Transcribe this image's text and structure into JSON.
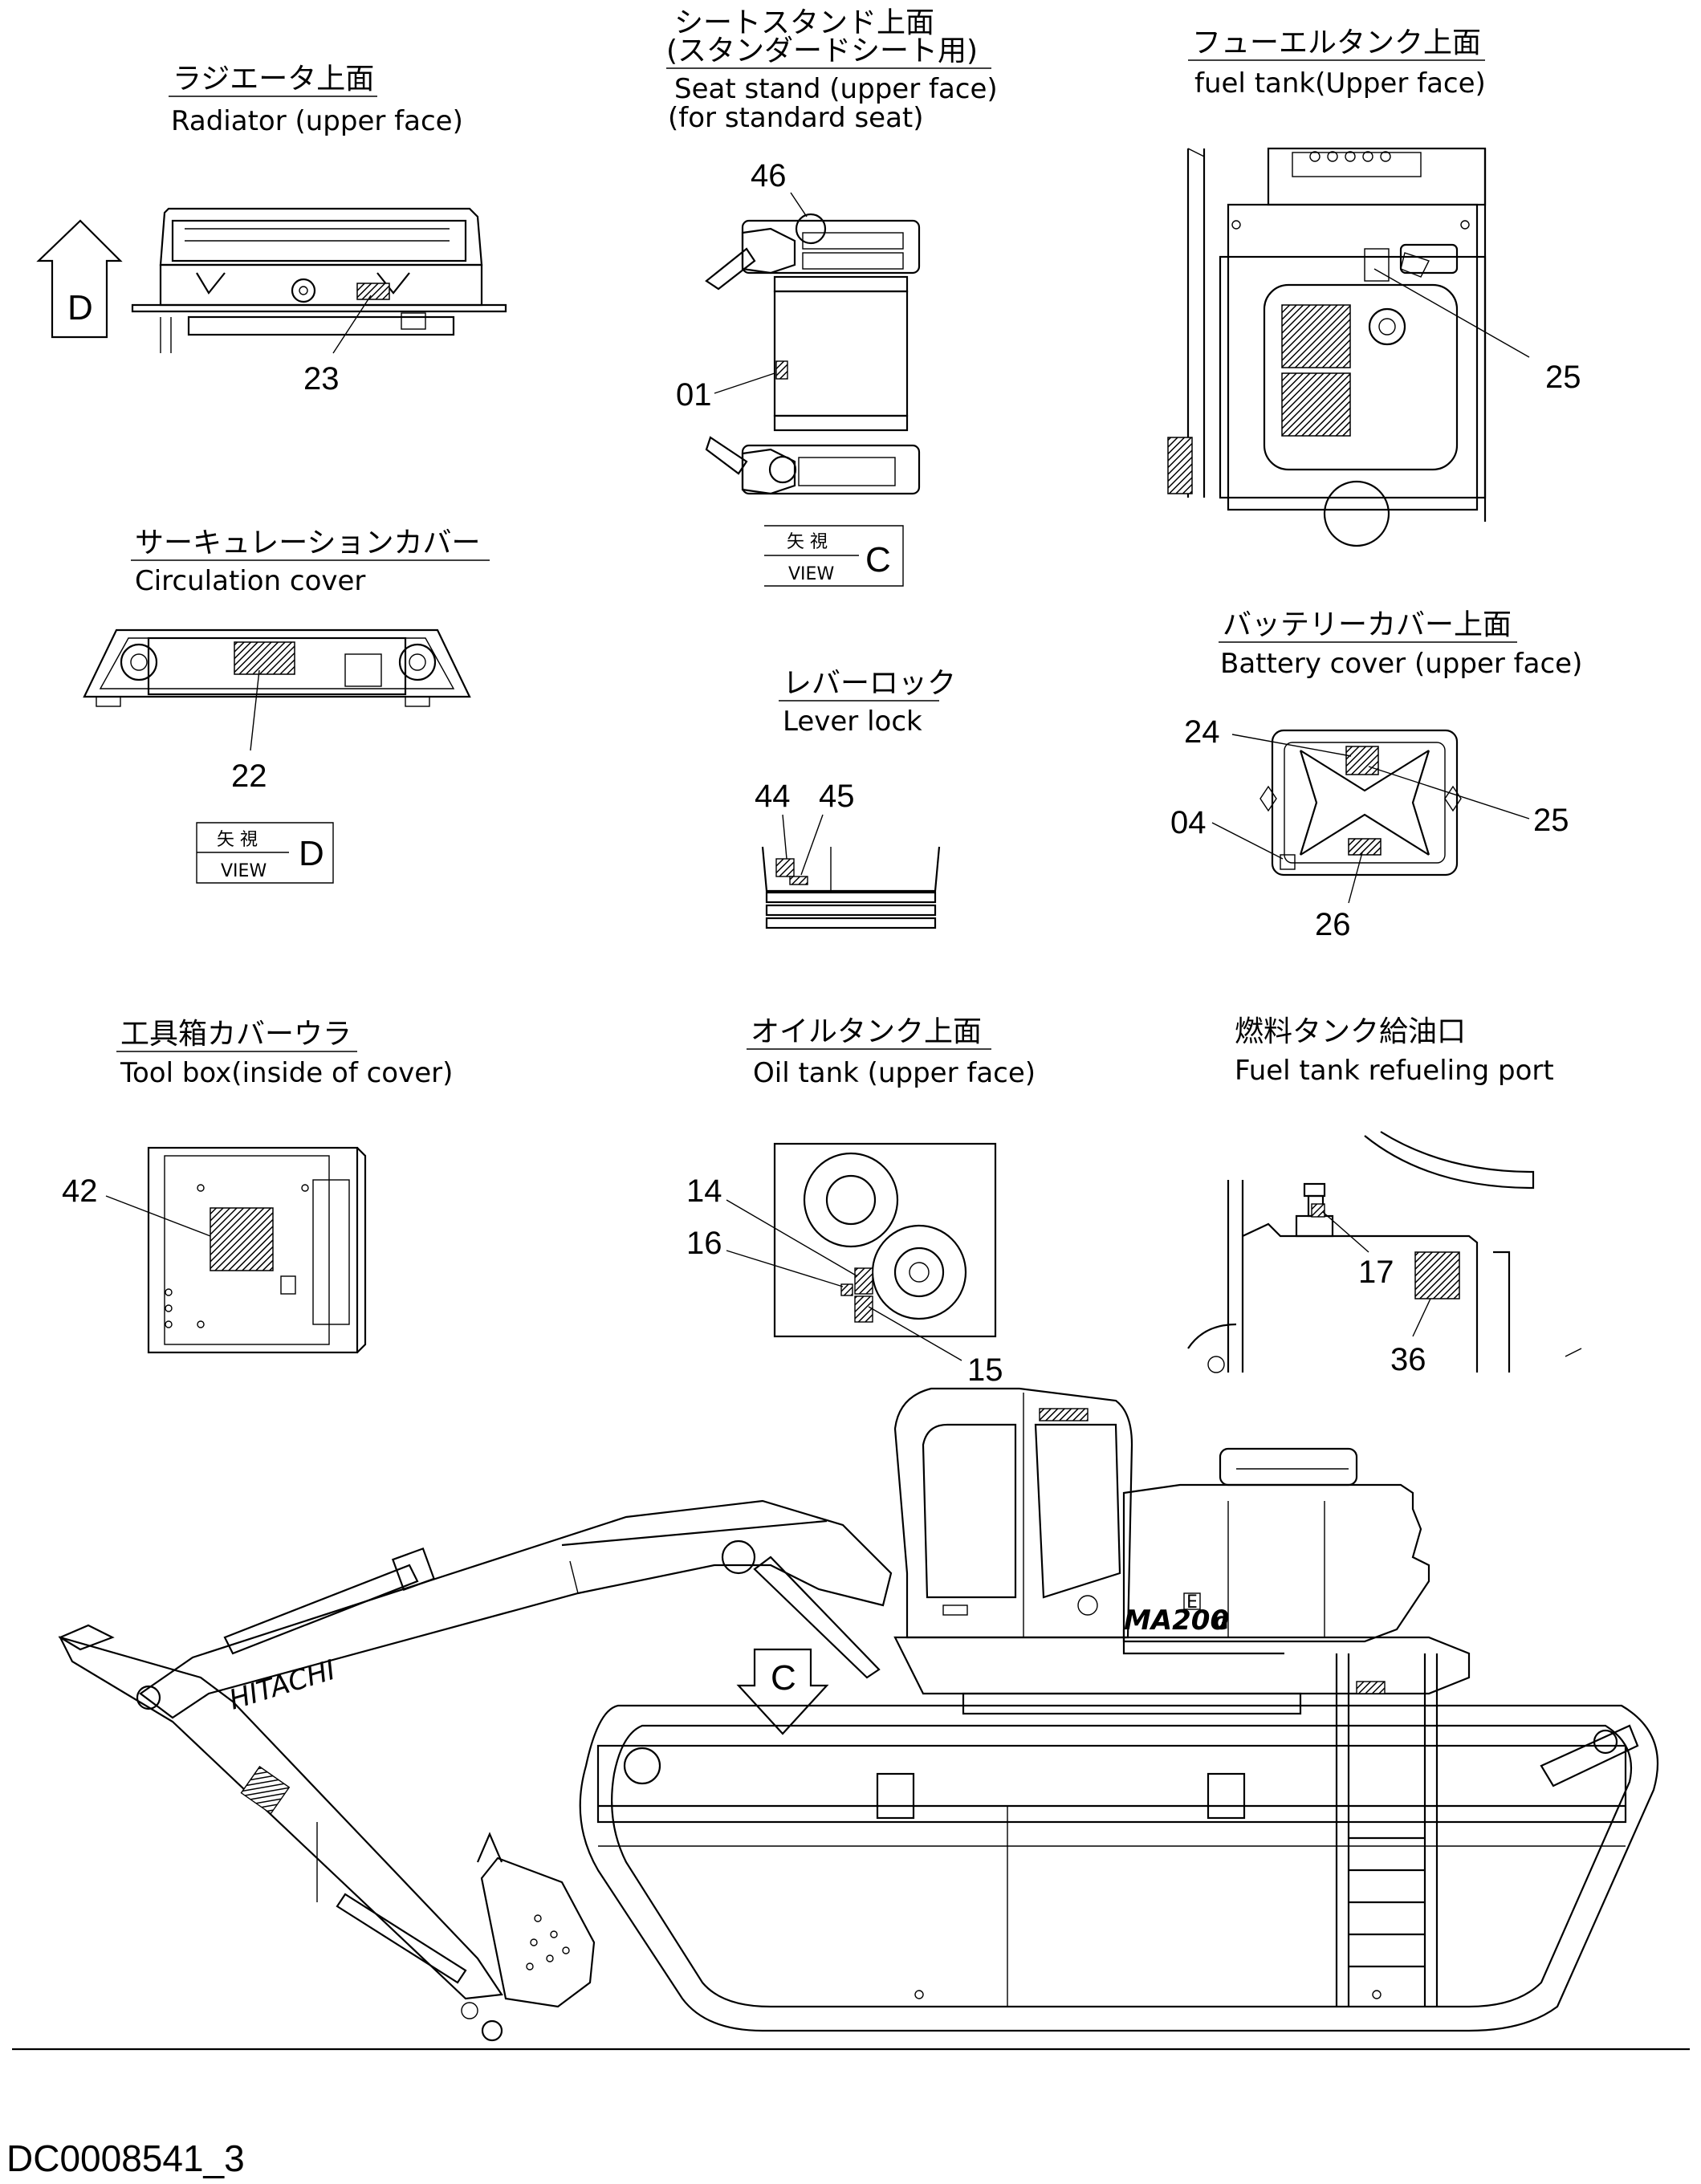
{
  "document_id": "DC0008541_3",
  "views": {
    "radiator": {
      "title_jp": "ラジエータ上面",
      "title_en": "Radiator (upper face)",
      "parts": [
        "23"
      ]
    },
    "seat_stand": {
      "title_jp": "シートスタンド上面",
      "title_jp2": "(スタンダードシート用)",
      "title_en": "Seat stand (upper face)",
      "title_en2": "(for standard seat)",
      "parts": [
        "46",
        "01"
      ]
    },
    "fuel_tank": {
      "title_jp": "フューエルタンク上面",
      "title_en": "fuel tank(Upper face)",
      "parts": [
        "25"
      ]
    },
    "circulation": {
      "title_jp": "サーキュレーションカバー",
      "title_en": "Circulation cover",
      "parts": [
        "22"
      ]
    },
    "lever_lock": {
      "title_jp": "レバーロック",
      "title_en": "Lever lock",
      "parts": [
        "44",
        "45"
      ]
    },
    "battery": {
      "title_jp": "バッテリーカバー上面",
      "title_en": "Battery cover (upper face)",
      "parts": [
        "24",
        "04",
        "25",
        "26"
      ]
    },
    "tool_box": {
      "title_jp": "工具箱カバーウラ",
      "title_en": "Tool box(inside of cover)",
      "parts": [
        "42"
      ]
    },
    "oil_tank": {
      "title_jp": "オイルタンク上面",
      "title_en": "Oil tank (upper face)",
      "parts": [
        "14",
        "16",
        "15"
      ]
    },
    "fuel_port": {
      "title_jp": "燃料タンク給油口",
      "title_en": "Fuel tank refueling port",
      "parts": [
        "17",
        "36"
      ]
    }
  },
  "view_boxes": {
    "c": {
      "jp": "矢 視",
      "en": "VIEW",
      "letter": "C"
    },
    "d": {
      "jp": "矢 視",
      "en": "VIEW",
      "letter": "D"
    }
  },
  "arrows": {
    "d": "D",
    "c": "C"
  },
  "machine": {
    "brand": "HITACHI",
    "model": "MA200",
    "model_suffix": "G",
    "badge": "E"
  }
}
